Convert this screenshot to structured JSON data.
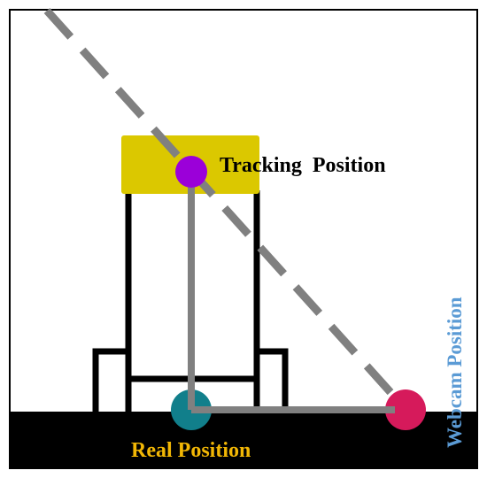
{
  "labels": {
    "tracking": "Tracking  Position",
    "real": "Real Position",
    "webcam": "Webcam Position"
  },
  "colors": {
    "background": "#ffffff",
    "frame": "#000000",
    "floor": "#000000",
    "head": "#dbc800",
    "body_outline": "#000000",
    "tracking_point": "#9b00d9",
    "real_point": "#117f8b",
    "webcam_point": "#d61a5b",
    "sight_line": "#808080",
    "tracking_label": "#000000",
    "real_label": "#f2b705",
    "webcam_label": "#5b9bd5"
  },
  "icons": {
    "tracking_point": "purple-dot",
    "real_point": "teal-dot",
    "webcam_point": "crimson-dot"
  }
}
